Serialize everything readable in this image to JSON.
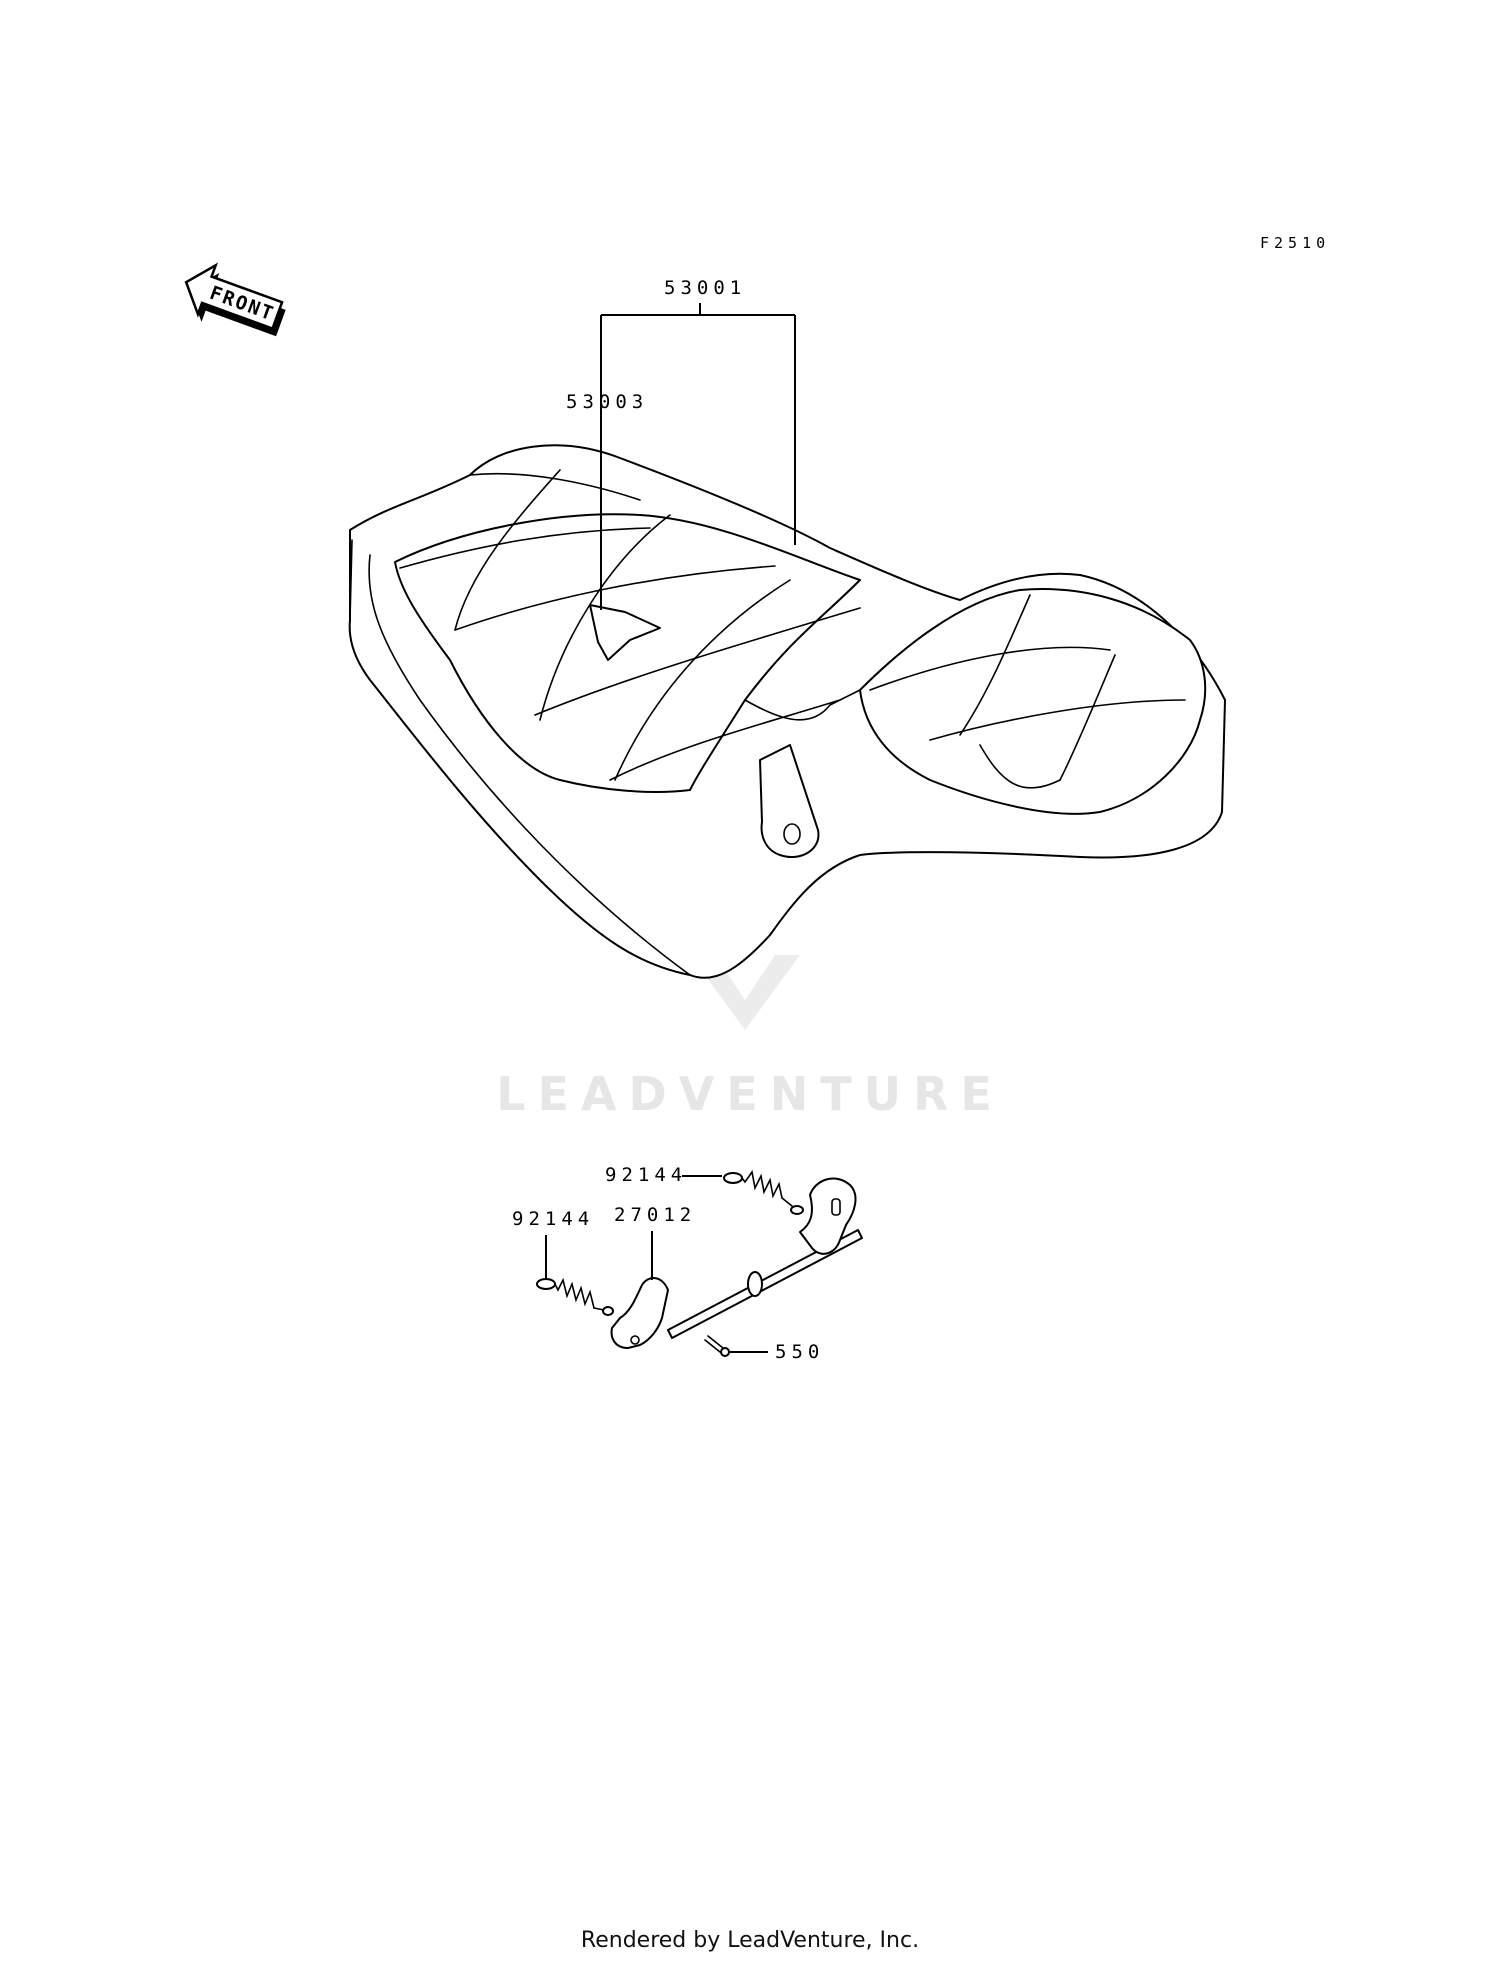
{
  "figure_code": "F2510",
  "front_label": "FRONT",
  "callouts": {
    "seat": "53001",
    "seat_cover": "53003",
    "spring_right": "92144",
    "spring_left": "92144",
    "hook": "27012",
    "pin": "550"
  },
  "watermark": "LEADVENTURE",
  "footer": "Rendered by LeadVenture, Inc."
}
